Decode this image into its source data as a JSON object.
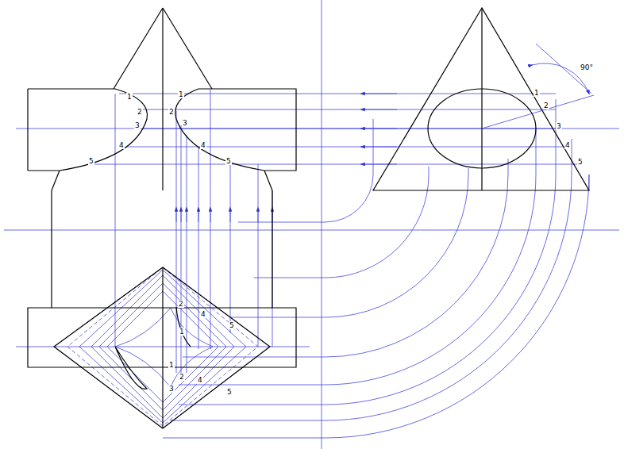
{
  "diagram": {
    "labels": [
      "1",
      "2",
      "3",
      "4",
      "5",
      "1",
      "2",
      "3",
      "4",
      "5",
      "90°",
      "1",
      "2",
      "3",
      "4",
      "5",
      "1",
      "2",
      "4",
      "5",
      "1",
      "2",
      "3",
      "4",
      "5"
    ]
  }
}
